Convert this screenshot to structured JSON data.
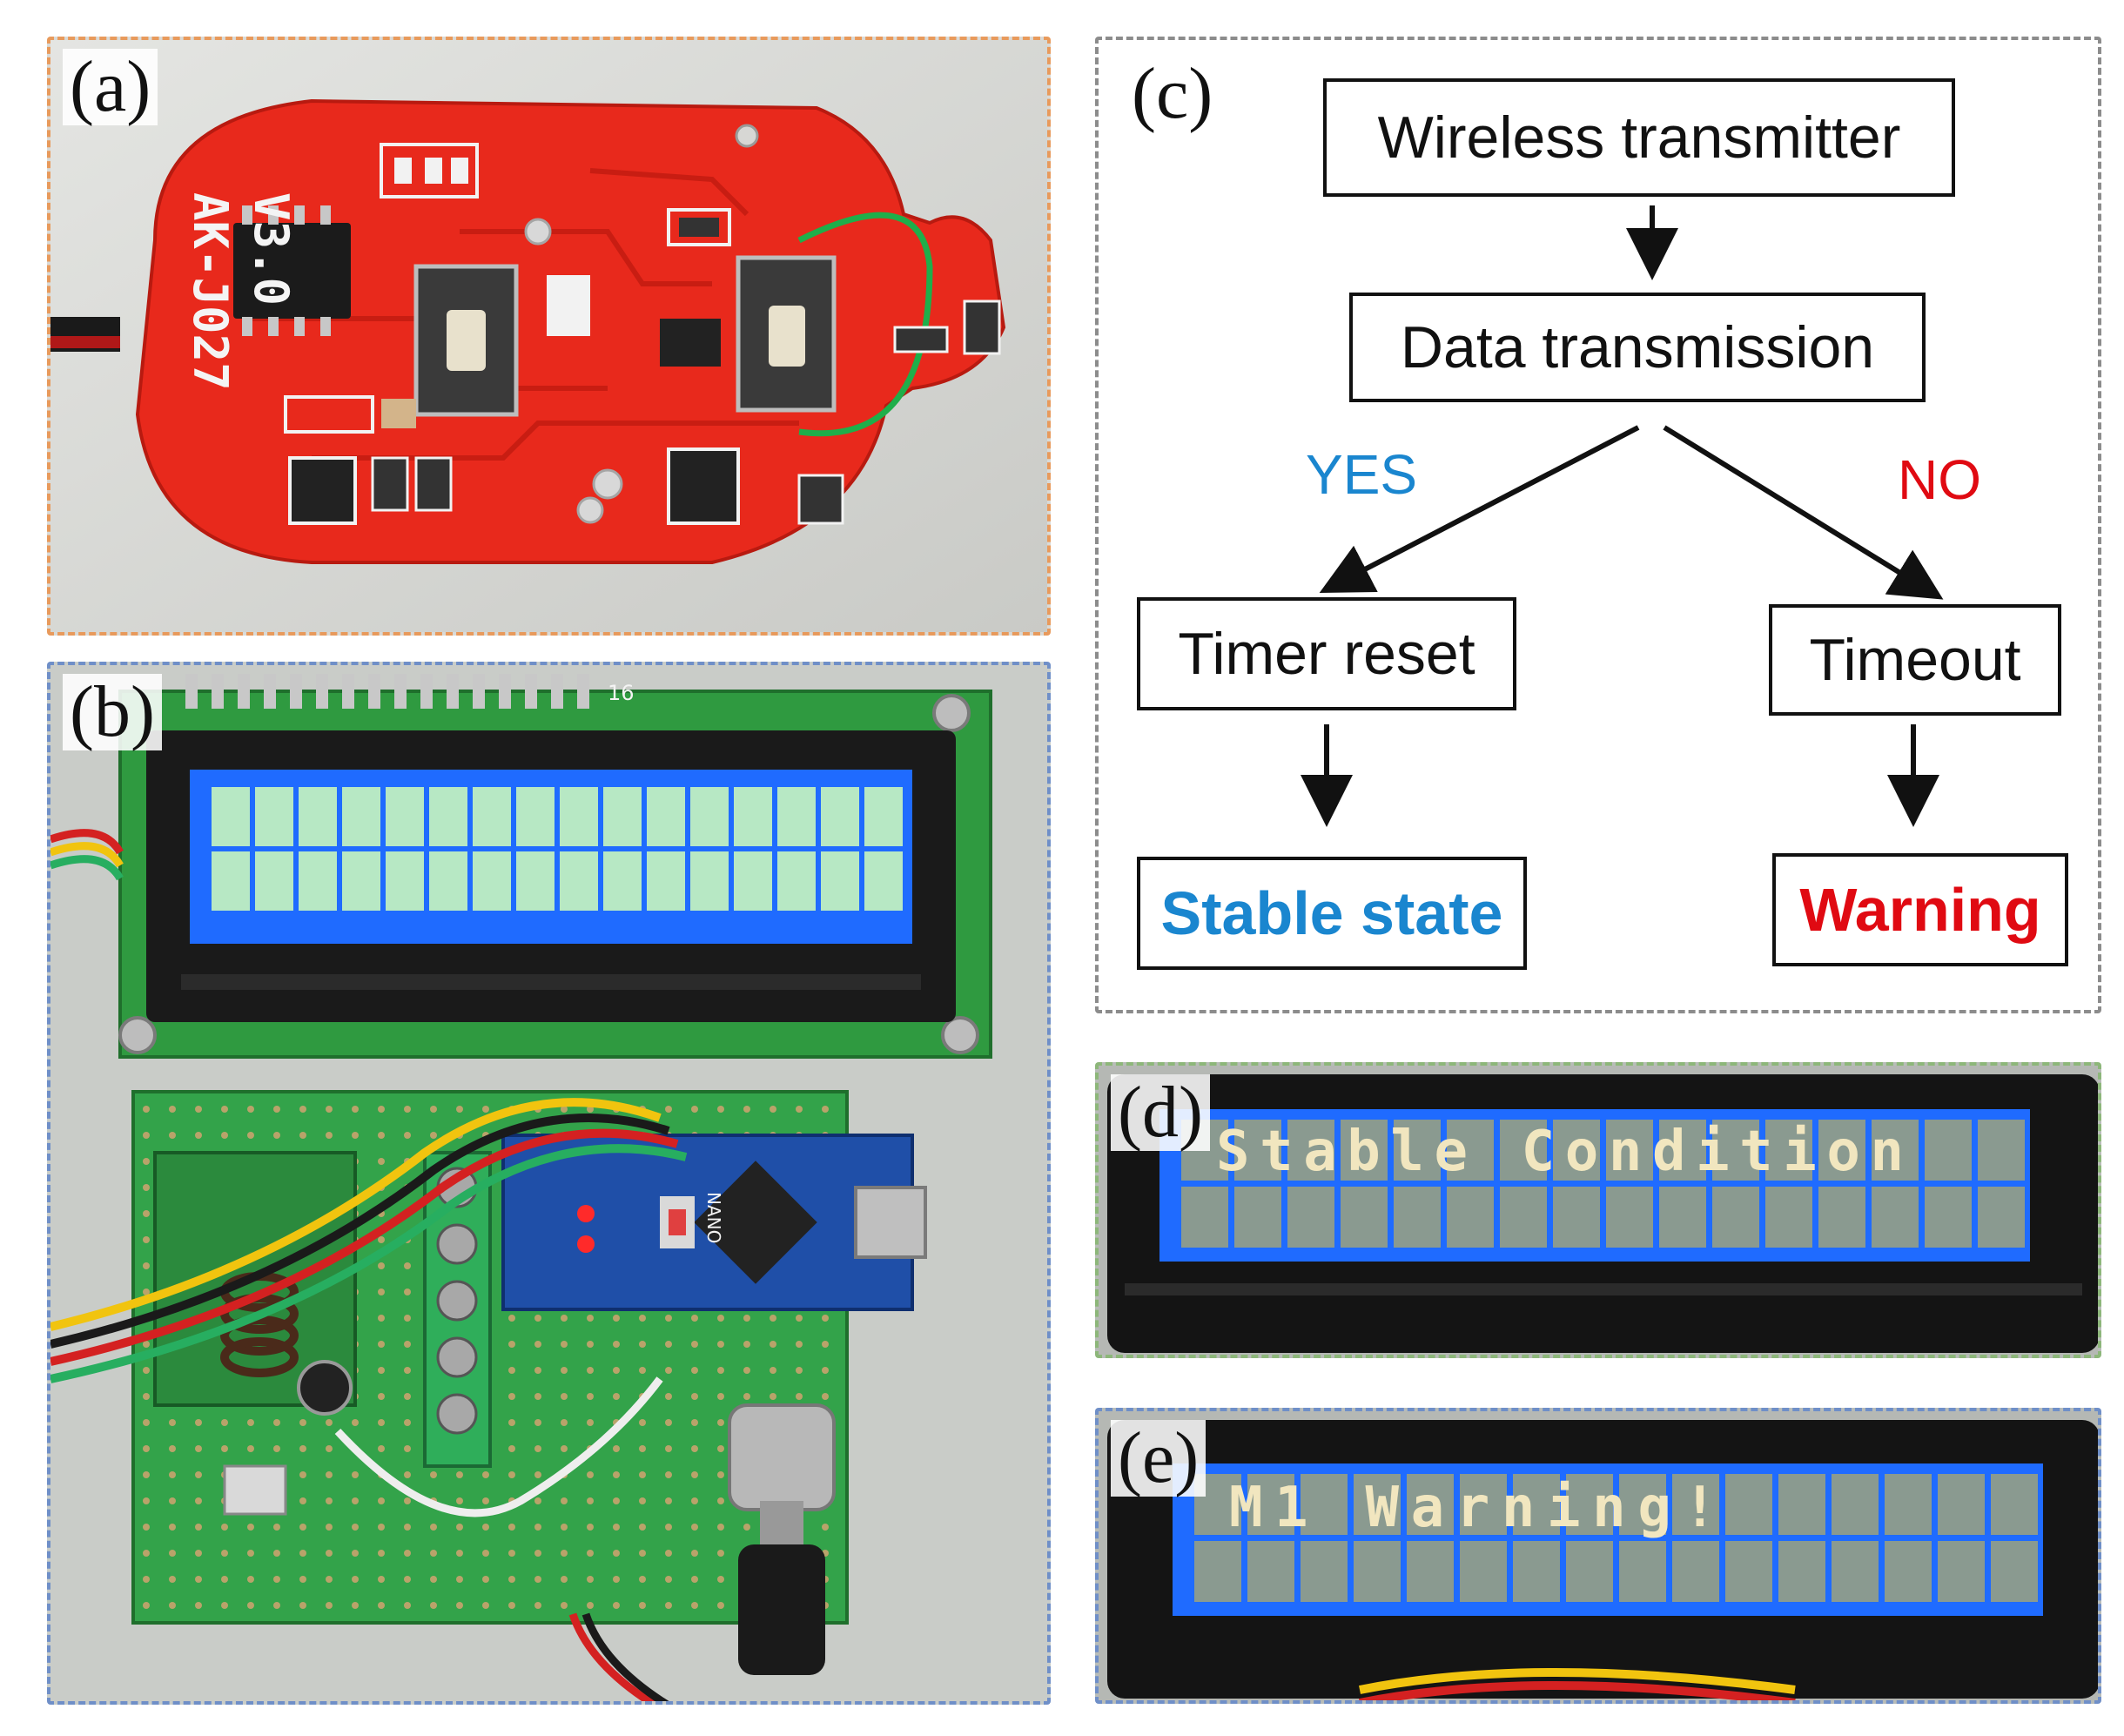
{
  "panels": {
    "a": {
      "label": "(a)",
      "pcb_marking_line1": "AK-J027",
      "pcb_marking_line2": "V3.0"
    },
    "b": {
      "label": "(b)",
      "lcd_header": "16",
      "nano_marking": "NANO"
    },
    "c": {
      "label": "(c)",
      "flow": {
        "transmitter": "Wireless transmitter",
        "transmission": "Data transmission",
        "yes": "YES",
        "no": "NO",
        "timer_reset": "Timer reset",
        "timeout": "Timeout",
        "stable": "Stable state",
        "warning": "Warning"
      }
    },
    "d": {
      "label": "(d)",
      "lcd_line1": "Stable Condition"
    },
    "e": {
      "label": "(e)",
      "lcd_line1": "M1 Warning!"
    }
  },
  "colors": {
    "blue_text": "#1a86cf",
    "red_text": "#e00a12",
    "pcb_red": "#e8291c",
    "lcd_blue": "#1f6bff"
  }
}
